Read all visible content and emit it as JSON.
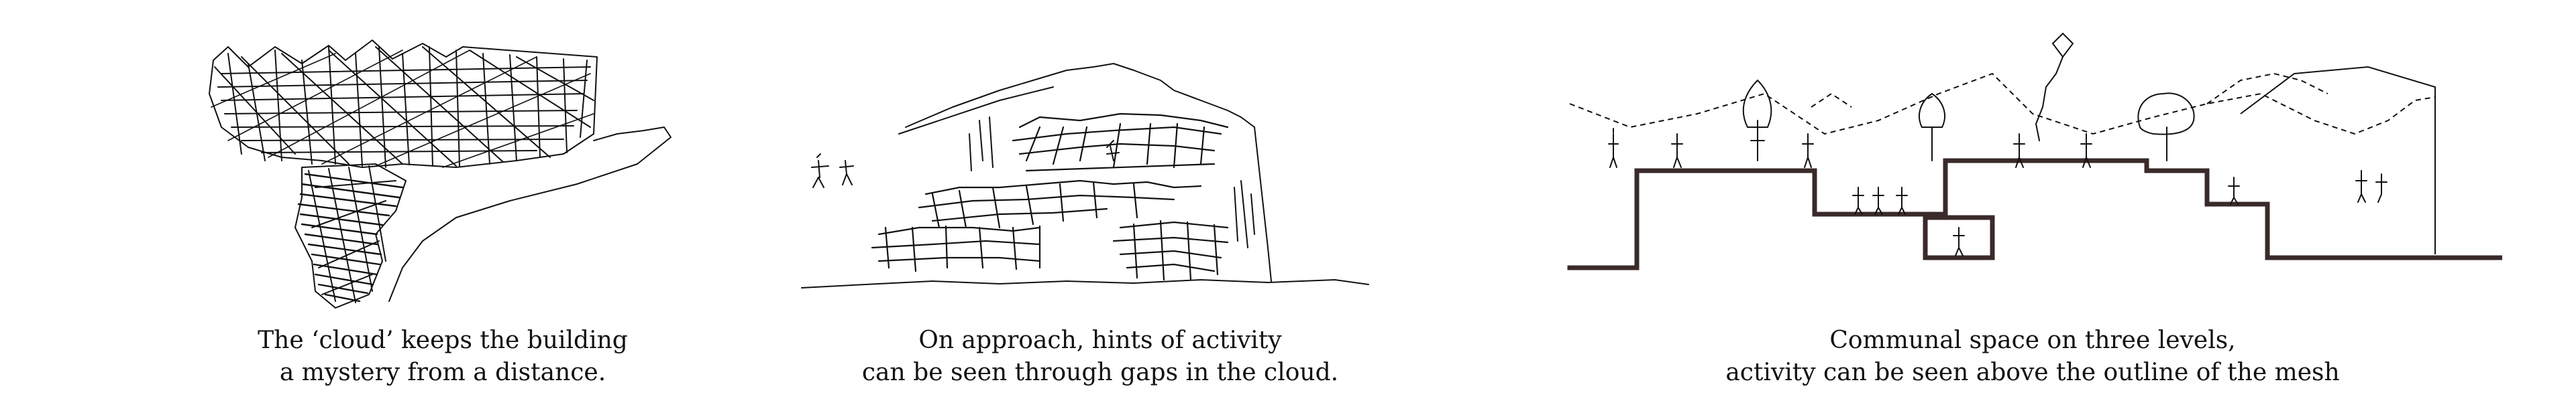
{
  "panels": [
    {
      "id": "cloud-distance",
      "caption_lines": [
        "The ‘cloud’ keeps the building",
        "a mystery from a distance."
      ]
    },
    {
      "id": "approach",
      "caption_lines": [
        "On approach, hints of activity",
        "can be seen through gaps in the cloud."
      ]
    },
    {
      "id": "communal-section",
      "caption_lines": [
        "Communal space on three levels,",
        "activity can be seen above the outline of the mesh"
      ]
    }
  ],
  "colors": {
    "ink": "#111111",
    "background": "#ffffff",
    "section_line": "#3a2a2a"
  }
}
